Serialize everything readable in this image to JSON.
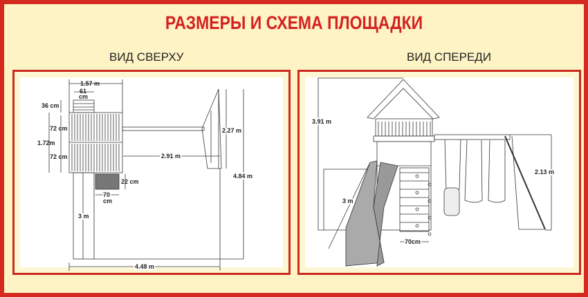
{
  "title": "РАЗМЕРЫ И СХЕМА ПЛОЩАДКИ",
  "top_view": {
    "label": "ВИД СВЕРХУ",
    "dims": {
      "width_total": "1.57 m",
      "ladder_width": "61",
      "cm": "cm",
      "ladder_depth": "36 cm",
      "deck_part1": "72 cm",
      "deck_total": "1.72m",
      "deck_part2": "72 cm",
      "beam": "2.91 m",
      "aframe": "2.27 m",
      "depth_total": "4.84 m",
      "wall_depth": "22 cm",
      "wall_width": "70",
      "slide": "3 m",
      "length_total": "4.48 m"
    }
  },
  "front_view": {
    "label": "ВИД СПЕРЕДИ",
    "dims": {
      "height": "3.91 m",
      "swing_height": "2.13 m",
      "slide": "3 m",
      "wall_width": "70cm"
    }
  },
  "colors": {
    "red": "#d42020",
    "background": "#fdf3c4"
  }
}
